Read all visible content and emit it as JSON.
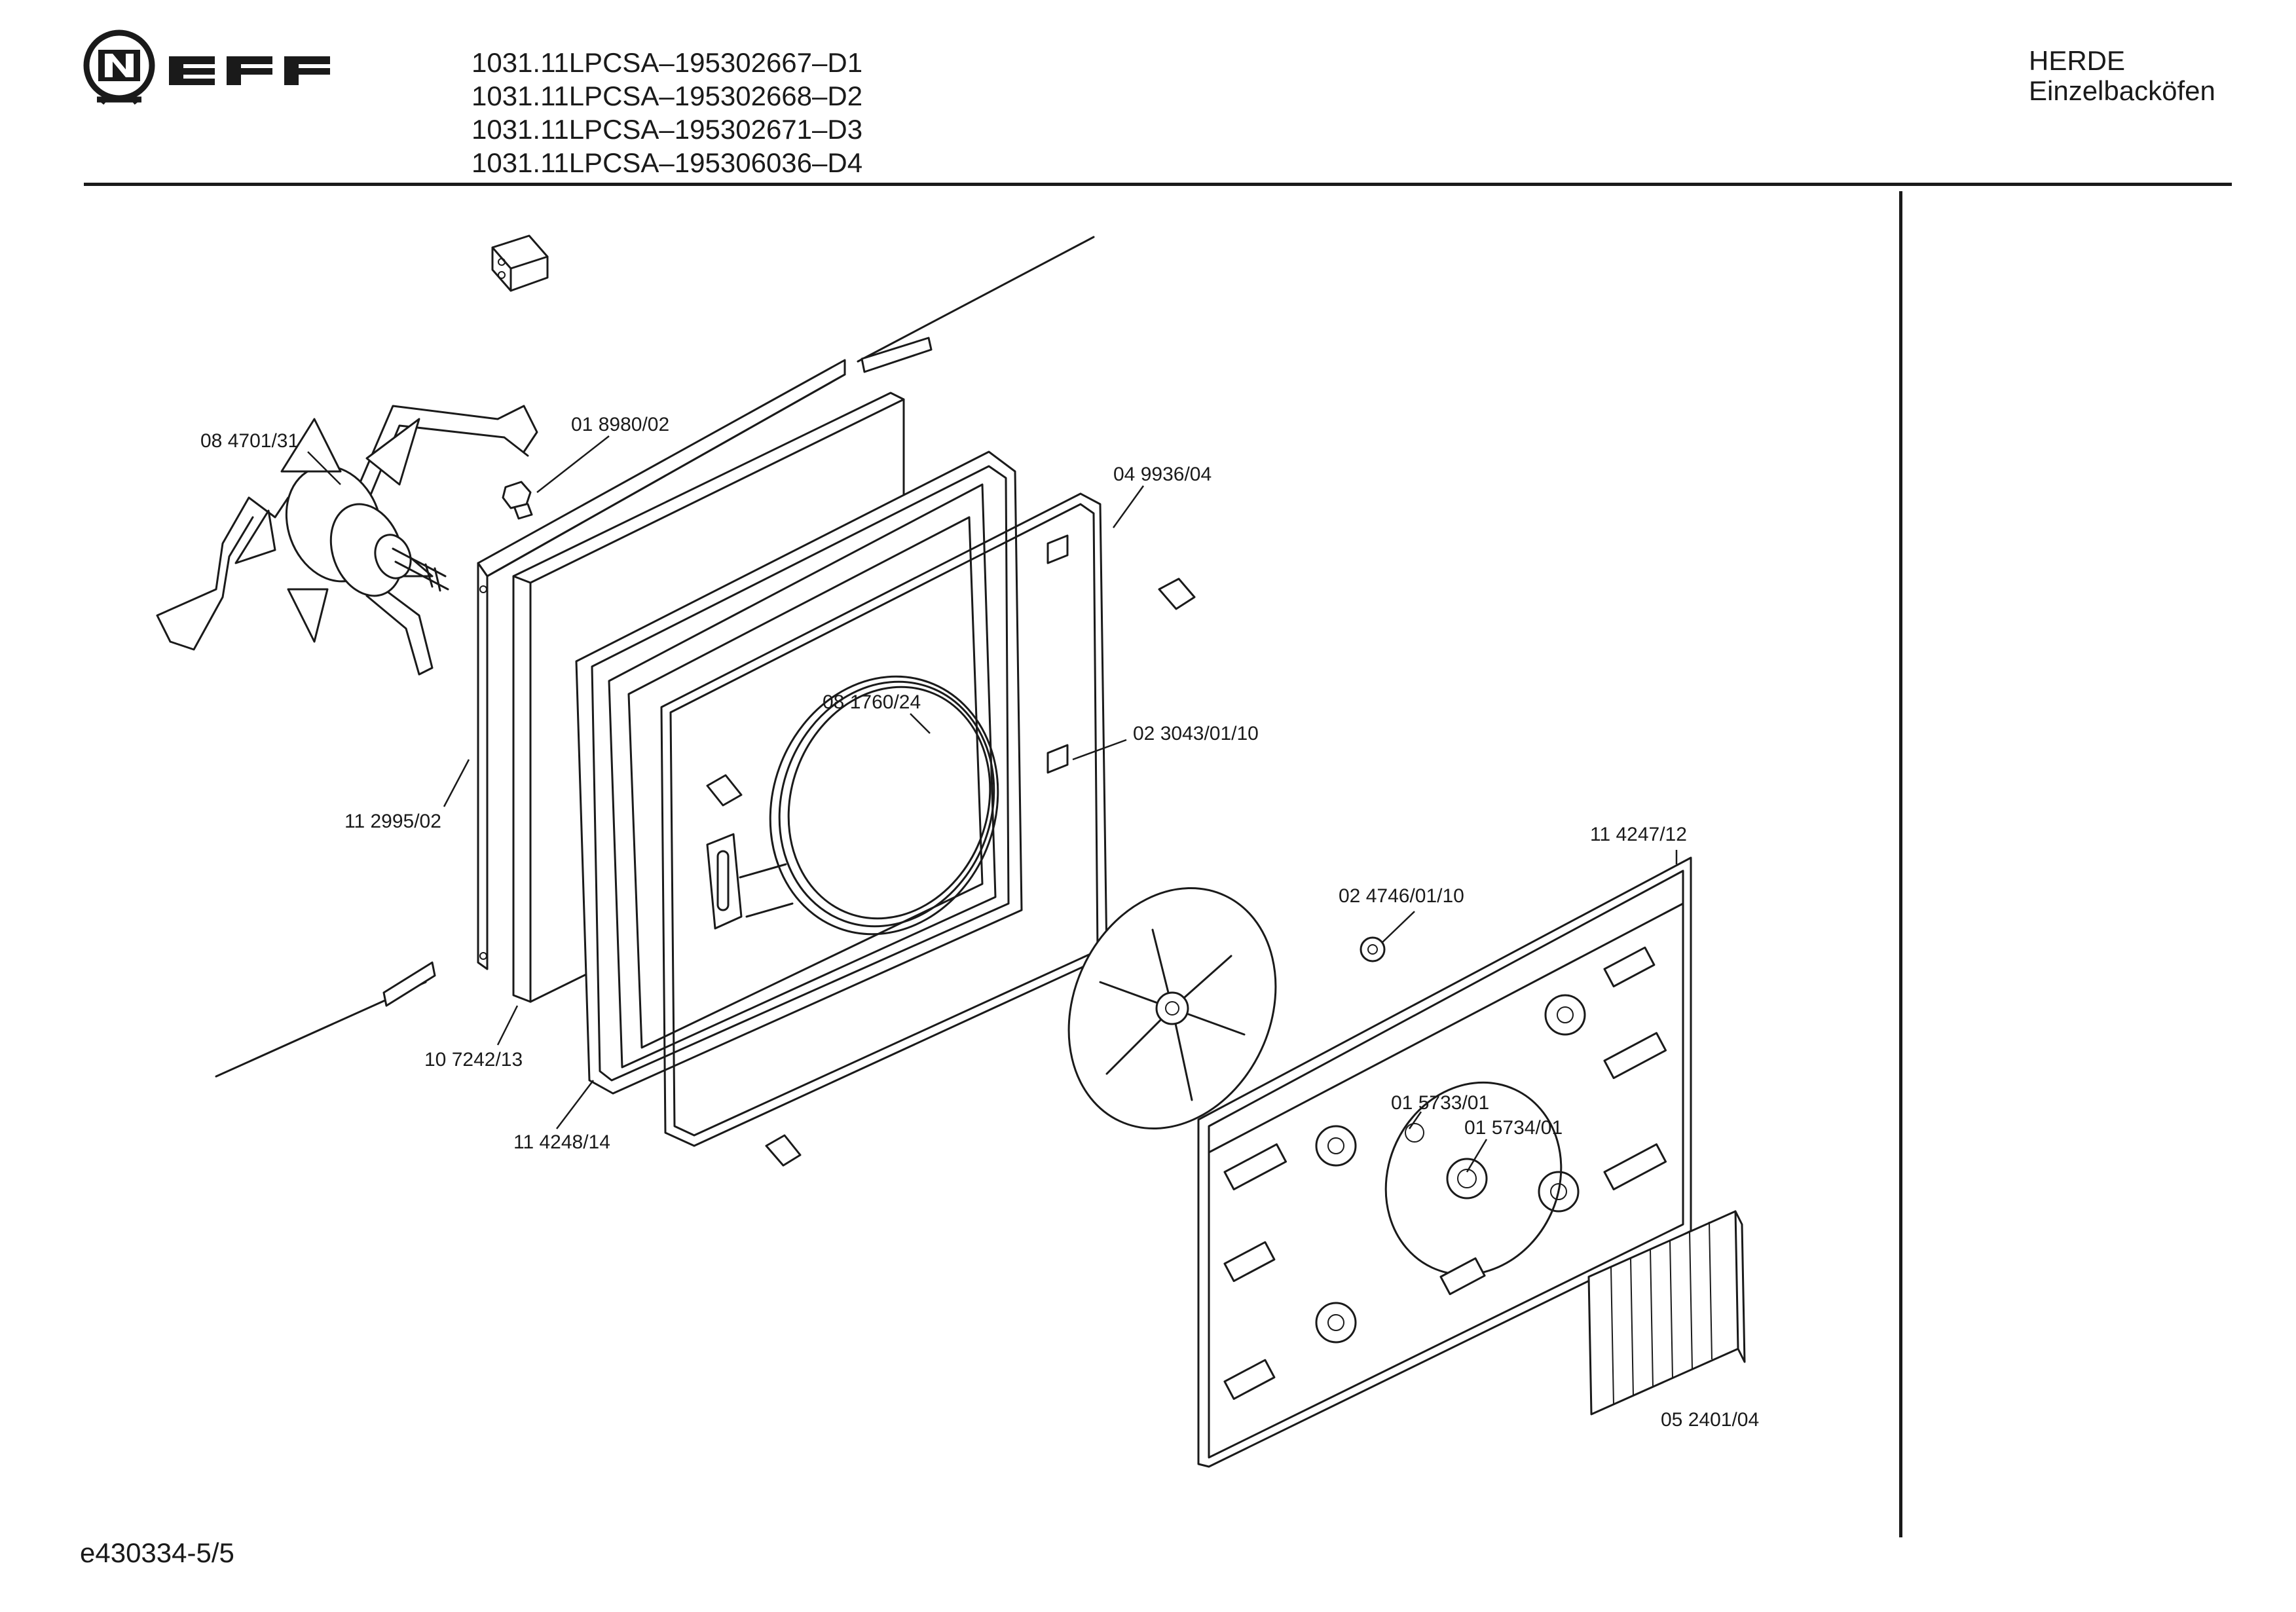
{
  "header": {
    "brand": "NEFF",
    "models": [
      "1031.11LPCSA–195302667–D1",
      "1031.11LPCSA–195302668–D2",
      "1031.11LPCSA–195302671–D3",
      "1031.11LPCSA–195306036–D4"
    ],
    "category": "HERDE",
    "subcategory": "Einzelbacköfen"
  },
  "parts": [
    "08 4701/31",
    "01 8980/02",
    "04 9936/04",
    "08 1760/24",
    "02 3043/01/10",
    "11 2995/02",
    "11 4247/12",
    "02 4746/01/10",
    "10 7242/13",
    "01 5733/01",
    "01 5734/01",
    "11 4248/14",
    "05 2401/04"
  ],
  "footer": {
    "doc_id": "e430334-5/5"
  }
}
